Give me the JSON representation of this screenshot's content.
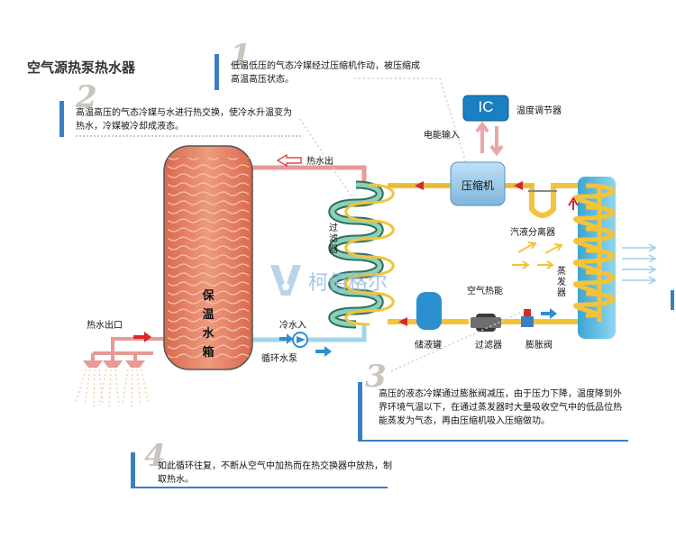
{
  "title": "空气源热泵热水器",
  "notes": {
    "step1": {
      "numeral": "1",
      "text": "低温低压的气态冷媒经过压缩机作动，被压缩成高温高压状态。"
    },
    "step2": {
      "numeral": "2",
      "text": "高温高压的气态冷媒与水进行热交换，使冷水升温变为热水，冷媒被冷却成液态。"
    },
    "step3": {
      "numeral": "3",
      "text": "高压的液态冷媒通过膨胀阀减压，由于压力下降，温度降到外界环境气温以下，在通过蒸发器时大量吸收空气中的低品位热能蒸发为气态，再由压缩机吸入压缩做功。"
    },
    "step4": {
      "numeral": "4",
      "text": "如此循环往复，不断从空气中加热而在热交换器中放热，制取热水。"
    }
  },
  "labels": {
    "ic": "IC",
    "temp_control": "温度调节器",
    "power_input": "电能输入",
    "compressor": "压缩机",
    "separator": "汽液分离器",
    "hot_water_out": "热水出",
    "filter_hx": "过滤器",
    "air_energy": "空气热能",
    "evaporator": "蒸发器",
    "tank": "保温水箱",
    "hot_water_outlet": "热水出口",
    "cold_water_in": "冷水入",
    "pump": "循环水泵",
    "receiver": "储液罐",
    "filter": "过滤器",
    "expansion_valve": "膨胀阀",
    "watermark": "柯佰格尔"
  },
  "colors": {
    "accent_blue": "#3a7fc1",
    "pipe_yellow": "#f3c33a",
    "pipe_pink": "#e79a96",
    "tank_red": "#e07a5f",
    "arrow_red": "#d7262c",
    "evaporator_blue": "#49b3d8"
  }
}
